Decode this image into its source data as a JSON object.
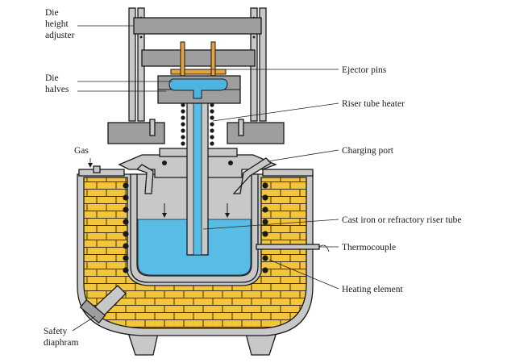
{
  "labels": {
    "die_height_adjuster": [
      "Die",
      "height",
      "adjuster"
    ],
    "die_halves": [
      "Die",
      "halves"
    ],
    "gas": "Gas",
    "safety_diaphram": [
      "Safety",
      "diaphram"
    ],
    "ejector_pins": "Ejector pins",
    "riser_tube_heater": "Riser tube heater",
    "charging_port": "Charging port",
    "riser_tube": "Cast iron or refractory riser tube",
    "thermocouple": "Thermocouple",
    "heating_element": "Heating element"
  },
  "colors": {
    "furnace_grey": "#c8c8c8",
    "machine_grey": "#9e9e9e",
    "brick_yellow": "#f2c53d",
    "molten_metal_blue": "#58bde6",
    "die_blue": "#4fb4e0",
    "pin_orange": "#e6a23c",
    "outline": "#1a1a1a"
  }
}
